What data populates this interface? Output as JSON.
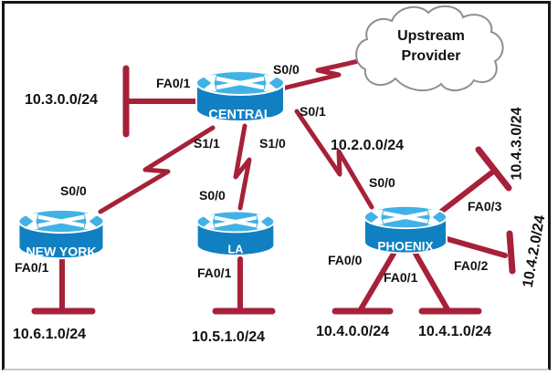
{
  "colors": {
    "link": "#A62139",
    "router_top": "#41B2E5",
    "router_body": "#1180C2",
    "cloud_stroke": "#8F8F8F"
  },
  "upstream_cloud": {
    "line1": "Upstream",
    "line2": "Provider"
  },
  "routers": {
    "central": {
      "name": "CENTRAL"
    },
    "new_york": {
      "name": "NEW YORK"
    },
    "la": {
      "name": "LA"
    },
    "phoenix": {
      "name": "PHOENIX"
    }
  },
  "interfaces": {
    "central_fa01": "FA0/1",
    "central_s00": "S0/0",
    "central_s01": "S0/1",
    "central_s11": "S1/1",
    "central_s10": "S1/0",
    "new_york_s00": "S0/0",
    "new_york_fa01": "FA0/1",
    "la_s00": "S0/0",
    "la_fa01": "FA0/1",
    "phoenix_s00": "S0/0",
    "phoenix_fa00": "FA0/0",
    "phoenix_fa01": "FA0/1",
    "phoenix_fa02": "FA0/2",
    "phoenix_fa03": "FA0/3"
  },
  "networks": {
    "central_lan": "10.3.0.0/24",
    "central_phoenix_wan": "10.2.0.0/24",
    "phoenix_fa03_lan": "10.4.3.0/24",
    "phoenix_fa02_lan": "10.4.2.0/24",
    "new_york_lan": "10.6.1.0/24",
    "la_lan": "10.5.1.0/24",
    "phoenix_fa00_lan": "10.4.0.0/24",
    "phoenix_fa01_lan": "10.4.1.0/24"
  }
}
